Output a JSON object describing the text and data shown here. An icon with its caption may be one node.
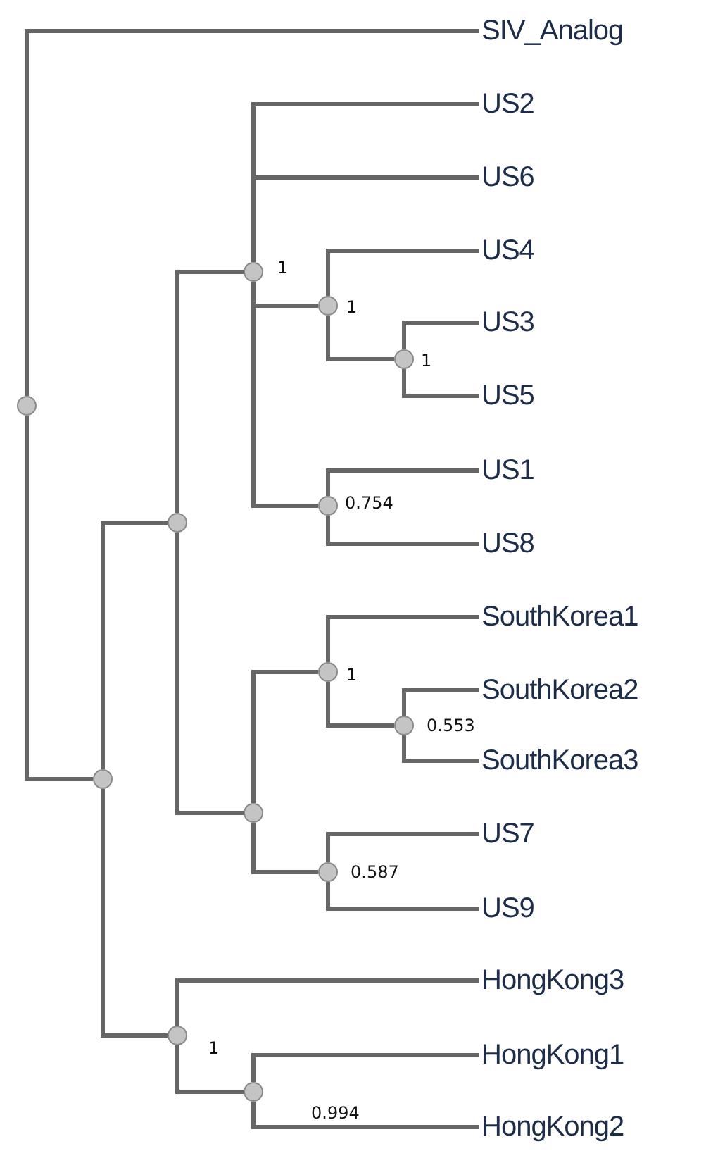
{
  "diagram": {
    "nodes": [
      {
        "text": [
          "SIV_Analog"
        ]
      },
      {
        "text": [
          "US2"
        ]
      },
      {
        "text": [
          "US6"
        ]
      },
      {
        "text": [
          "US4"
        ]
      },
      {
        "text": [
          "US3"
        ]
      },
      {
        "text": [
          "US5"
        ]
      },
      {
        "text": [
          "US1"
        ]
      },
      {
        "text": [
          "US8"
        ]
      },
      {
        "text": [
          "SouthKorea1"
        ]
      },
      {
        "text": [
          "SouthKorea2"
        ]
      },
      {
        "text": [
          "SouthKorea3"
        ]
      },
      {
        "text": [
          "US7"
        ]
      },
      {
        "text": [
          "US9"
        ]
      },
      {
        "text": [
          "HongKong3"
        ]
      },
      {
        "text": [
          "HongKong1"
        ]
      },
      {
        "text": [
          "HongKong2"
        ]
      },
      {
        "text": [],
        "shape": "circle"
      },
      {
        "text": [],
        "shape": "circle"
      },
      {
        "text": [],
        "shape": "circle"
      },
      {
        "text": [],
        "shape": "circle",
        "beside": [
          "1"
        ]
      },
      {
        "text": [],
        "shape": "circle",
        "beside": [
          "1"
        ]
      },
      {
        "text": [],
        "shape": "circle",
        "beside": [
          "1"
        ]
      },
      {
        "text": [],
        "shape": "circle",
        "beside": [
          "0.754"
        ]
      },
      {
        "text": [],
        "shape": "circle"
      },
      {
        "text": [],
        "shape": "circle",
        "beside": [
          "1"
        ]
      },
      {
        "text": [],
        "shape": "circle",
        "beside": [
          "0.553"
        ]
      },
      {
        "text": [],
        "shape": "circle",
        "beside": [
          "0.587"
        ]
      },
      {
        "text": [],
        "shape": "circle",
        "beside": [
          "1"
        ]
      },
      {
        "text": [],
        "shape": "circle",
        "beside": [
          "0.994"
        ]
      }
    ],
    "edges": [
      {
        "from": 16,
        "to": 0,
        "arrow": "none"
      },
      {
        "from": 16,
        "to": 17,
        "arrow": "none"
      },
      {
        "from": 17,
        "to": 18,
        "arrow": "none"
      },
      {
        "from": 17,
        "to": 27,
        "arrow": "none"
      },
      {
        "from": 18,
        "to": 19,
        "arrow": "none"
      },
      {
        "from": 18,
        "to": 23,
        "arrow": "none"
      },
      {
        "from": 19,
        "to": 1,
        "arrow": "none"
      },
      {
        "from": 19,
        "to": 2,
        "arrow": "none"
      },
      {
        "from": 19,
        "to": 20,
        "arrow": "none"
      },
      {
        "from": 19,
        "to": 22,
        "arrow": "none"
      },
      {
        "from": 20,
        "to": 3,
        "arrow": "none"
      },
      {
        "from": 20,
        "to": 21,
        "arrow": "none"
      },
      {
        "from": 21,
        "to": 4,
        "arrow": "none"
      },
      {
        "from": 21,
        "to": 5,
        "arrow": "none"
      },
      {
        "from": 22,
        "to": 6,
        "arrow": "none"
      },
      {
        "from": 22,
        "to": 7,
        "arrow": "none"
      },
      {
        "from": 23,
        "to": 24,
        "arrow": "none"
      },
      {
        "from": 23,
        "to": 26,
        "arrow": "none"
      },
      {
        "from": 24,
        "to": 8,
        "arrow": "none"
      },
      {
        "from": 24,
        "to": 25,
        "arrow": "none"
      },
      {
        "from": 25,
        "to": 9,
        "arrow": "none"
      },
      {
        "from": 25,
        "to": 10,
        "arrow": "none"
      },
      {
        "from": 26,
        "to": 11,
        "arrow": "none"
      },
      {
        "from": 26,
        "to": 12,
        "arrow": "none"
      },
      {
        "from": 27,
        "to": 13,
        "arrow": "none"
      },
      {
        "from": 27,
        "to": 28,
        "arrow": "none"
      },
      {
        "from": 28,
        "to": 14,
        "arrow": "none"
      },
      {
        "from": 28,
        "to": 15,
        "arrow": "none"
      }
    ]
  }
}
